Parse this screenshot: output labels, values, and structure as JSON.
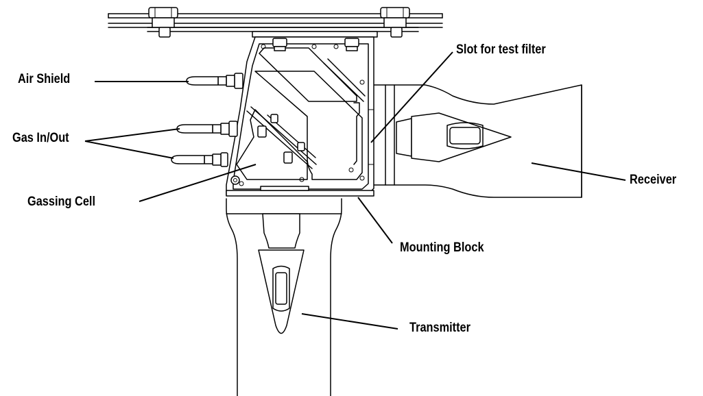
{
  "labels": {
    "air_shield": "Air Shield",
    "gas_in_out": "Gas In/Out",
    "gassing_cell": "Gassing Cell",
    "slot_for_test_filter": "Slot for test filter",
    "receiver": "Receiver",
    "mounting_block": "Mounting Block",
    "transmitter": "Transmitter"
  },
  "colors": {
    "line": "#000000",
    "background": "#ffffff"
  }
}
